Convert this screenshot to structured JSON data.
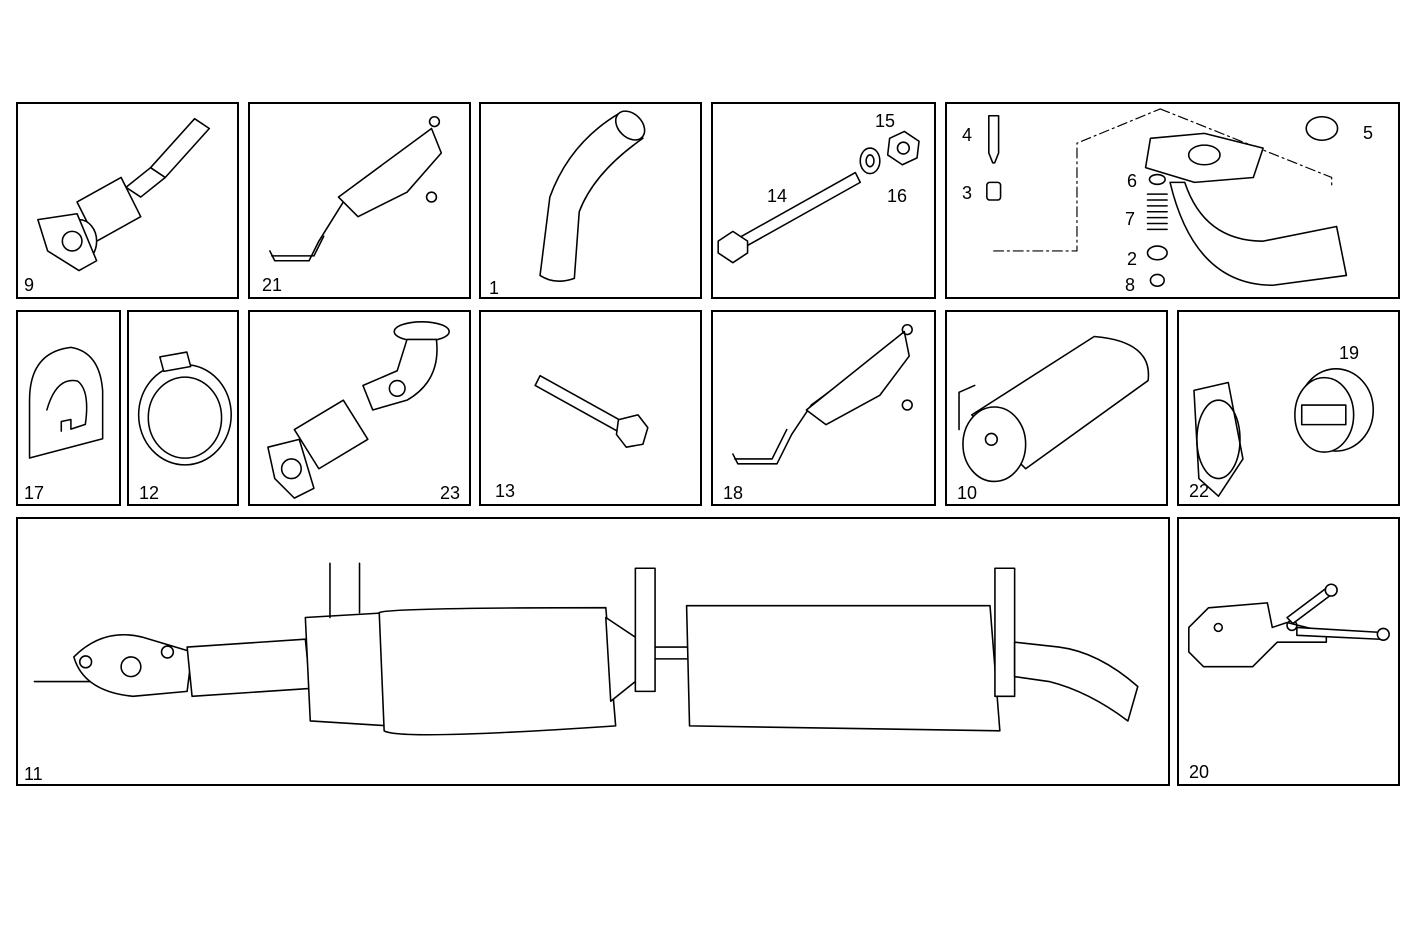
{
  "diagram": {
    "panels": [
      {
        "id": "p9",
        "labels": [
          "9"
        ]
      },
      {
        "id": "p21",
        "labels": [
          "21"
        ]
      },
      {
        "id": "p1",
        "labels": [
          "1"
        ]
      },
      {
        "id": "p14",
        "labels": [
          "14",
          "15",
          "16"
        ]
      },
      {
        "id": "p-kit",
        "labels": [
          "4",
          "3",
          "5",
          "6",
          "7",
          "2",
          "8"
        ]
      },
      {
        "id": "p17",
        "labels": [
          "17"
        ]
      },
      {
        "id": "p12",
        "labels": [
          "12"
        ]
      },
      {
        "id": "p23",
        "labels": [
          "23"
        ]
      },
      {
        "id": "p13",
        "labels": [
          "13"
        ]
      },
      {
        "id": "p18",
        "labels": [
          "18"
        ]
      },
      {
        "id": "p10",
        "labels": [
          "10"
        ]
      },
      {
        "id": "p22",
        "labels": [
          "22",
          "19"
        ]
      },
      {
        "id": "p11",
        "labels": [
          "11"
        ]
      },
      {
        "id": "p20",
        "labels": [
          "20"
        ]
      }
    ]
  }
}
